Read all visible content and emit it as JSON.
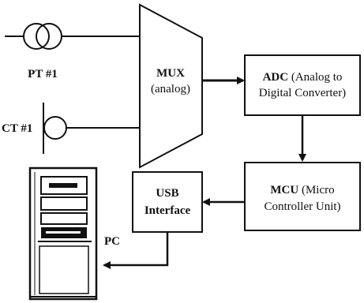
{
  "pt": {
    "label": "PT #1"
  },
  "ct": {
    "label": "CT #1"
  },
  "mux": {
    "line1": "MUX",
    "line2": "(analog)"
  },
  "adc": {
    "line1_bold": "ADC",
    "line1_rest": " (Analog to",
    "line2": "Digital Converter)"
  },
  "mcu": {
    "line1_bold": "MCU",
    "line1_rest": " (Micro",
    "line2": "Controller Unit)"
  },
  "usb": {
    "line1": "USB",
    "line2": "Interface"
  },
  "pc": {
    "label": "PC"
  },
  "colors": {
    "stroke": "#111111",
    "background": "#ffffff"
  }
}
